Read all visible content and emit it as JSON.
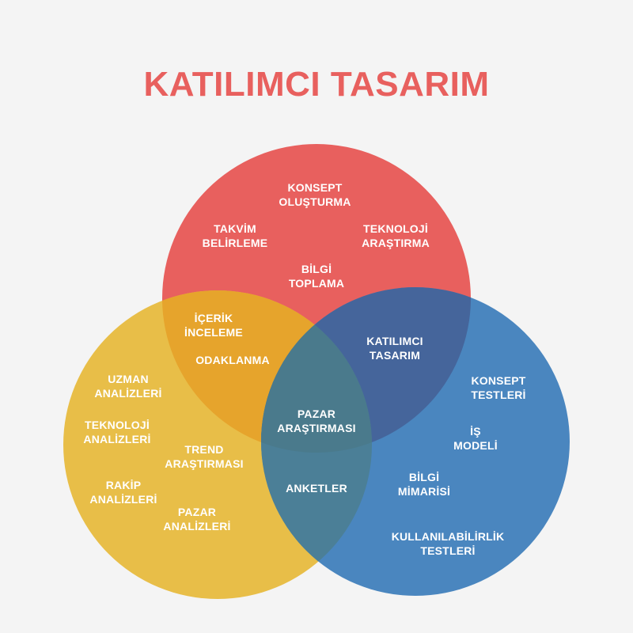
{
  "title": "KATILIMCI TASARIM",
  "colors": {
    "red": "#e8605e",
    "yellow": "#e8be48",
    "blue": "#4a86bf",
    "red_yellow": "#e6a42c",
    "red_blue": "#45659b",
    "yellow_blue": "#4b7f97",
    "center": "#4a7a8c"
  },
  "labels": {
    "konsept_olusturma": [
      "KONSEPT",
      "OLUŞTURMA"
    ],
    "takvim_belirleme": [
      "TAKVİM",
      "BELİRLEME"
    ],
    "teknoloji_arastirma": [
      "TEKNOLOJİ",
      "ARAŞTIRMA"
    ],
    "bilgi_toplama": [
      "BİLGİ",
      "TOPLAMA"
    ],
    "icerik_inceleme": [
      "İÇERİK",
      "İNCELEME"
    ],
    "odaklanma": [
      "ODAKLANMA"
    ],
    "katilimci_tasarim": [
      "KATILIMCI",
      "TASARIM"
    ],
    "uzman_analizleri": [
      "UZMAN",
      "ANALİZLERİ"
    ],
    "teknoloji_analizleri": [
      "TEKNOLOJİ",
      "ANALİZLERİ"
    ],
    "trend_arastirmasi": [
      "TREND",
      "ARAŞTIRMASI"
    ],
    "rakip_analizleri": [
      "RAKİP",
      "ANALİZLERİ"
    ],
    "pazar_analizleri": [
      "PAZAR",
      "ANALİZLERİ"
    ],
    "pazar_arastirmasi": [
      "PAZAR",
      "ARAŞTIRMASI"
    ],
    "anketler": [
      "ANKETLER"
    ],
    "konsept_testleri": [
      "KONSEPT",
      "TESTLERİ"
    ],
    "is_modeli": [
      "İŞ",
      "MODELİ"
    ],
    "bilgi_mimarisi": [
      "BİLGİ",
      "MİMARİSİ"
    ],
    "kullanilabilirlik_testleri": [
      "KULLANILABİLİRLİK",
      "TESTLERİ"
    ]
  }
}
